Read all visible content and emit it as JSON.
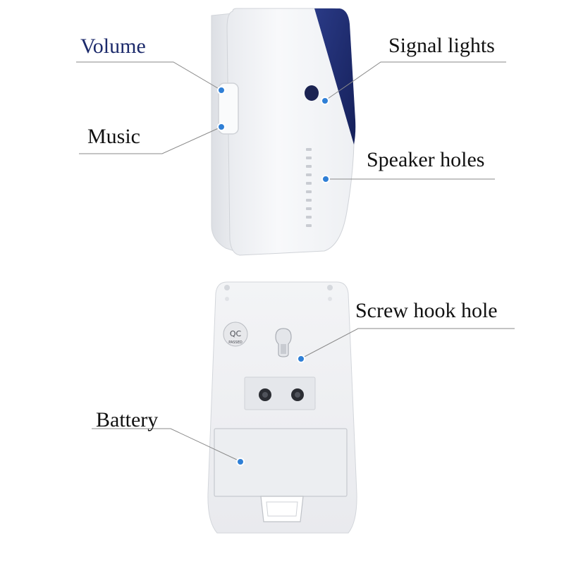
{
  "labels": {
    "volume": "Volume",
    "signal_lights": "Signal lights",
    "music": "Music",
    "speaker_holes": "Speaker holes",
    "screw_hook_hole": "Screw hook hole",
    "battery": "Battery"
  },
  "badge": {
    "qc": "QC",
    "passed": "PASSED"
  },
  "colors": {
    "label_text": "#111111",
    "volume_text": "#1c2a6b",
    "callout_dot": "#2f7fd6",
    "leader_line": "#8a8a8a",
    "device_body": "#f4f5f7",
    "blue_panel": "#1f2d6e"
  }
}
